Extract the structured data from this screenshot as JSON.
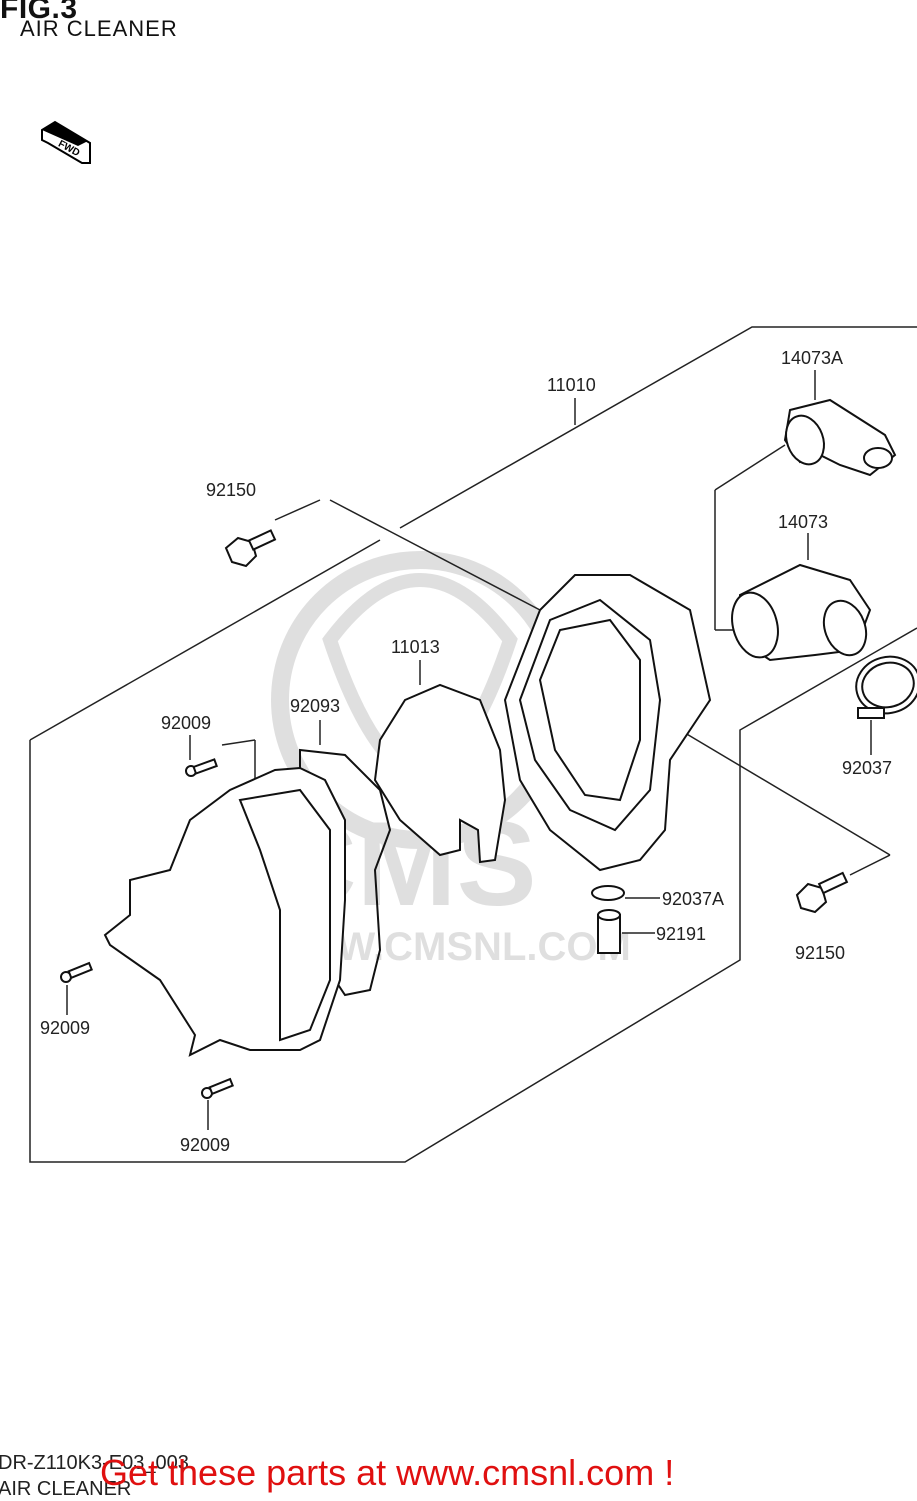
{
  "header": {
    "fig": "FIG.3",
    "title": "AIR CLEANER"
  },
  "fwd_label": "FWD",
  "watermark": {
    "brand": "CMS",
    "url": "WWW.CMSNL.COM"
  },
  "parts": {
    "p11010": "11010",
    "p14073A": "14073A",
    "p14073": "14073",
    "p92150_top": "92150",
    "p92150_right": "92150",
    "p11013": "11013",
    "p92093": "92093",
    "p92009_top": "92009",
    "p92009_left": "92009",
    "p92009_bottom": "92009",
    "p92037": "92037",
    "p92037A": "92037A",
    "p92191": "92191"
  },
  "footer": {
    "code": "DR-Z110K3-E03_003",
    "subtitle": "AIR CLEANER",
    "cta": "Get these parts at www.cmsnl.com !"
  }
}
